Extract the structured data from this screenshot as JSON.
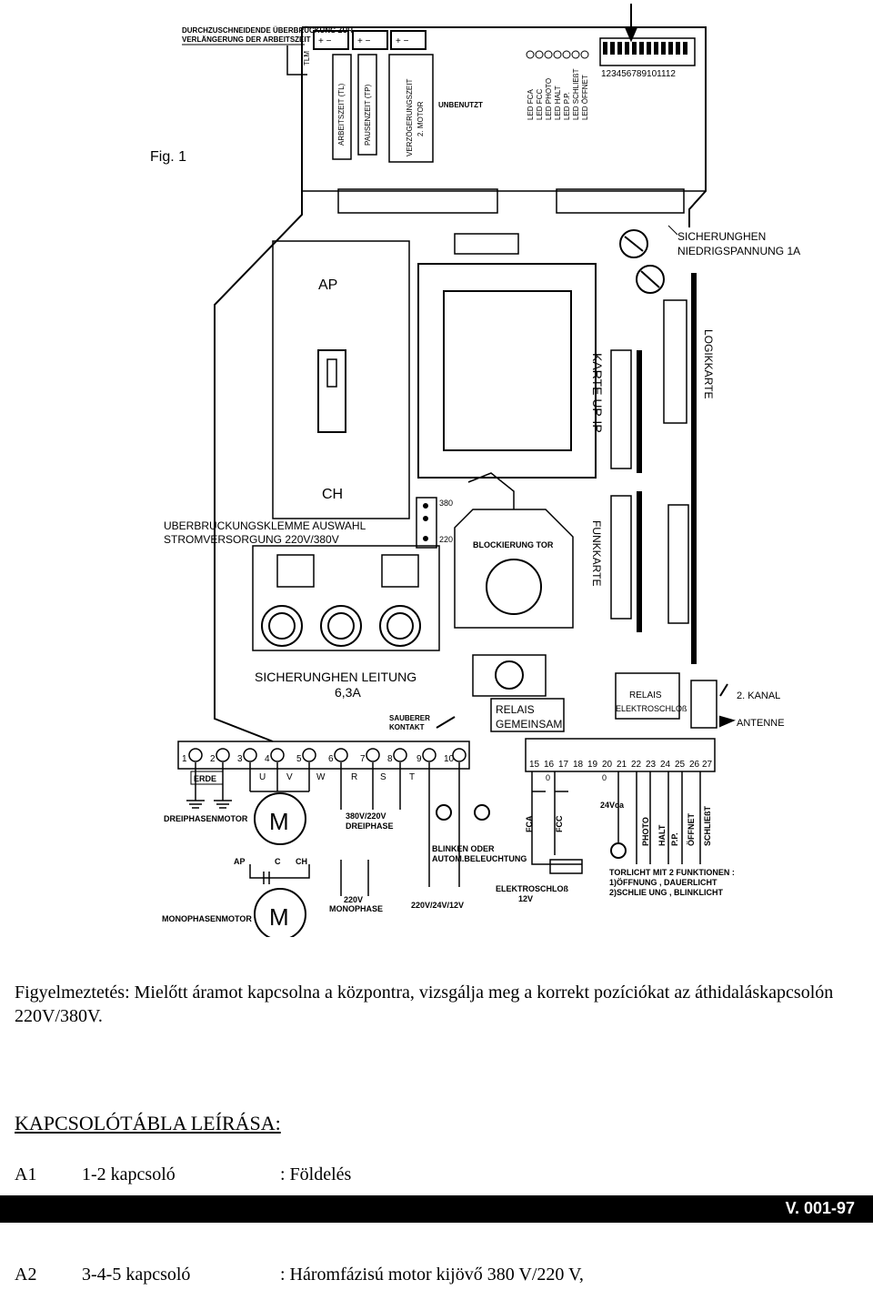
{
  "figure": {
    "fig_label": "Fig. 1",
    "top_note": [
      "DURCHZUSCHNEIDENDE ÜBERBRÜCKUNG ZUR",
      "VERLÄNGERUNG DER ARBEITSZEIT"
    ],
    "tlm": "TLM",
    "pots": [
      "ARBEITSZEIT (TL)",
      "PAUSENZEIT (TP)",
      "VERZÖGERUNGSZEIT",
      "2. MOTOR"
    ],
    "unbenutzt": "UNBENUTZT",
    "leds": [
      "LED FCA",
      "LED FCC",
      "LED PHOTO",
      "LED HALT",
      "LED P.P.",
      "LED SCHLIEßT",
      "LED ÖFFNET"
    ],
    "dip_numbers": "123456789101112",
    "sicherungen_low": [
      "SICHERUNGHEN",
      "NIEDRIGSPANNUNG 1A"
    ],
    "ap": "AP",
    "ch": "CH",
    "karte": "KARTE UP-IP",
    "logikkarte": "LOGIKKARTE",
    "funkkarte": "FUNKKARTE",
    "bridge_label": [
      "UBERBRUCKUNGSKLEMME AUSWAHL",
      "STROMVERSORGUNG 220V/380V"
    ],
    "v380": "380",
    "v220": "220",
    "blockierung": "BLOCKIERUNG TOR",
    "sicherungen_line": [
      "SICHERUNGHEN LEITUNG",
      "6,3A"
    ],
    "relais_gem": [
      "RELAIS",
      "GEMEINSAM"
    ],
    "relais_elek": [
      "RELAIS",
      "ELEKTROSCHLOß"
    ],
    "kanal": "2. KANAL",
    "antenne": "ANTENNE",
    "sauberer": [
      "SAUBERER",
      "KONTAKT"
    ],
    "terminals_left": [
      "1",
      "2",
      "3",
      "4",
      "5",
      "6",
      "7",
      "8",
      "9",
      "10"
    ],
    "terminals_right": [
      "15",
      "16",
      "17",
      "18",
      "19",
      "20",
      "21",
      "22",
      "23",
      "24",
      "25",
      "26",
      "27"
    ],
    "zero": "0",
    "erde": "ERDE",
    "uvw": [
      "U",
      "V",
      "W"
    ],
    "rst": [
      "R",
      "S",
      "T"
    ],
    "dreiphasenmotor": "DREIPHASENMOTOR",
    "motor_m": "M",
    "v380_220": [
      "380V/220V",
      "DREIPHASE"
    ],
    "blinken": [
      "BLINKEN ODER",
      "AUTOM.BELEUCHTUNG"
    ],
    "v24": "24Vca",
    "fca": "FCA",
    "fcc": "FCC",
    "photo": "PHOTO",
    "halt": "HALT",
    "pp": "P.P.",
    "offnet": "ÖFFNET",
    "schliest": "SCHLIEßT",
    "ap_c_ch": [
      "AP",
      "C",
      "CH"
    ],
    "v220mono": [
      "220V",
      "MONOPHASE"
    ],
    "v220_24_12": "220V/24V/12V",
    "elektroschloss": [
      "ELEKTROSCHLOß",
      "12V"
    ],
    "torlicht": [
      "TORLICHT MIT 2 FUNKTIONEN :",
      "1)ÖFFNUNG , DAUERLICHT",
      "2)SCHLIE UNG , BLINKLICHT"
    ],
    "monophasenmotor": "MONOPHASENMOTOR"
  },
  "warning": "Figyelmeztetés: Mielőtt áramot kapcsolna a központra, vizsgálja meg a korrekt pozíciókat az áthidaláskapcsolón 220V/380V.",
  "heading": "KAPCSOLÓTÁBLA LEÍRÁSA:",
  "rows": [
    {
      "code": "A1",
      "switch": "1-2 kapcsoló",
      "desc": ": Földelés"
    },
    {
      "code": "A2",
      "switch": "3-4-5  kapcsoló",
      "desc": ": Háromfázisú motor kijövő 380 V/220 V,"
    }
  ],
  "footer_code": "V. 001-97"
}
